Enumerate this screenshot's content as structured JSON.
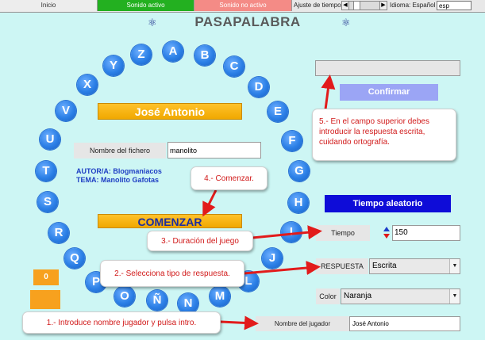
{
  "toolbar": {
    "inicio": "Inicio",
    "sonido_activo": "Sonido activo",
    "sonido_no_activo": "Sonido no activo",
    "ajuste_tiempo": "Ajuste de tiempo",
    "idioma_label": "Idioma: Español",
    "idioma_value": "esp"
  },
  "title": "PASAPALABRA",
  "letters": [
    "A",
    "B",
    "C",
    "D",
    "E",
    "F",
    "G",
    "H",
    "I",
    "J",
    "L",
    "M",
    "N",
    "Ñ",
    "O",
    "P",
    "Q",
    "R",
    "S",
    "T",
    "U",
    "V",
    "X",
    "Y",
    "Z"
  ],
  "player": {
    "name": "José Antonio"
  },
  "file": {
    "label": "Nombre del fichero",
    "value": "manolito"
  },
  "author": {
    "line1": "AUTOR/A: Blogmaniacos",
    "line2": "TEMA: Manolito Gafotas"
  },
  "comenzar_label": "COMENZAR",
  "score": "0",
  "confirmar_label": "Confirmar",
  "tiempo_aleatorio_label": "Tiempo aleatorio",
  "tiempo": {
    "label": "Tiempo",
    "value": "150"
  },
  "respuesta": {
    "label": "RESPUESTA",
    "value": "Escrita"
  },
  "color": {
    "label": "Color",
    "value": "Naranja"
  },
  "jugador": {
    "label": "Nombre del jugador",
    "value": "José Antonio"
  },
  "callouts": {
    "c5": "5.- En el campo superior debes introducir la respuesta escrita, cuidando ortografía.",
    "c4": "4.- Comenzar.",
    "c3": "3.- Duración del juego",
    "c2": "2.- Selecciona tipo de respuesta.",
    "c1": "1.- Introduce nombre jugador y pulsa intro."
  },
  "colors": {
    "background": "#cdf6f4",
    "letter_blue": "#2b7fe6",
    "orange": "#f7a11e",
    "callout_text": "#d11a1a",
    "tiempo_button": "#0e0cd8",
    "confirmar_button": "#9ba5f5"
  },
  "icons": [
    "atom-icon",
    "slider-left-arrow-icon",
    "slider-right-arrow-icon",
    "spinner-up-icon",
    "spinner-down-icon",
    "dropdown-caret-icon",
    "arrow-pointer-icon"
  ]
}
